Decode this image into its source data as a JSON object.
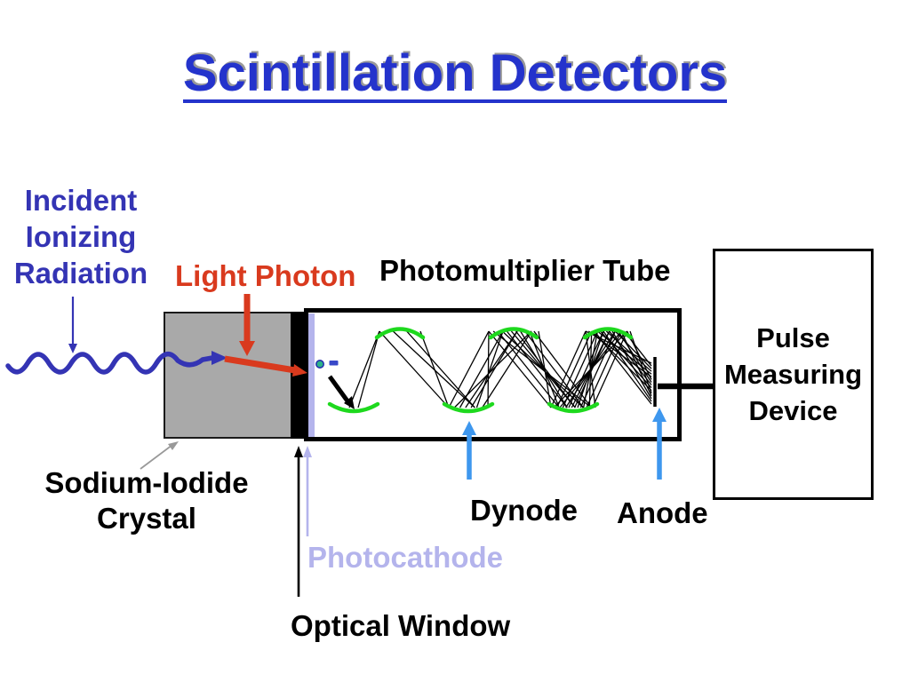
{
  "slide": {
    "title": "Scintillation Detectors",
    "labels": {
      "incident_radiation": "Incident\nIonizing\nRadiation",
      "light_photon": "Light Photon",
      "photomultiplier": "Photomultiplier Tube",
      "pulse_device": "Pulse\nMeasuring\nDevice",
      "crystal": "Sodium-Iodide\nCrystal",
      "dynode": "Dynode",
      "anode": "Anode",
      "photocathode": "Photocathode",
      "optical_window": "Optical Window"
    },
    "colors": {
      "title_blue": "#2433CC",
      "radiation_blue": "#3434B4",
      "photon_red": "#D93A1E",
      "photocathode_lavender": "#B4B4EC",
      "pointer_light_blue": "#3E97EE",
      "dynode_green": "#1ED91E",
      "crystal_gray": "#A9A9A9",
      "electron_teal": "#2DB487",
      "ink_black": "#000000",
      "shadow_gray": "#999999"
    }
  }
}
